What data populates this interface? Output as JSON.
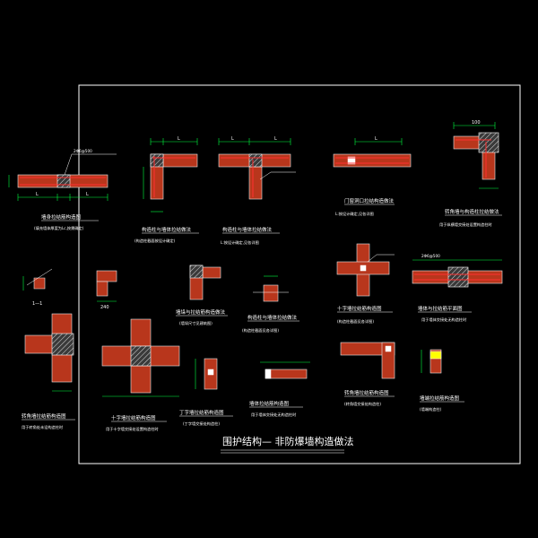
{
  "drawing": {
    "title": "围护结构— 非防爆墙构造做法",
    "dim_L": "L",
    "dim_100": "100",
    "dim_240": "240",
    "rebar_note": "2Φ6@500",
    "section_label": "1—1",
    "details": [
      {
        "caption": "墙身拉结筋构造图",
        "note": "(填充墙体厚度为Lc,按需确定)"
      },
      {
        "caption": "构造柱与墙体拉结做法",
        "note": "(构造柱截面按设计确定)"
      },
      {
        "caption": "构造柱与墙体拉结做法",
        "note": "L:按设计确定,见各详图"
      },
      {
        "caption": "门窗洞口拉结构造做法",
        "note": "L:按设计确定,见各详图"
      },
      {
        "caption": "转角墙与构造柱拉结做法",
        "note": "用于纵横墙交接处设置构造柱时"
      },
      {
        "caption": "墙垛与拉结筋构造做法",
        "note": "(墙垛尺寸见建筑图)"
      },
      {
        "caption": "构造柱与墙体拉结做法",
        "note": "(构造柱截面见各详图)"
      },
      {
        "caption": "十字墙拉结筋构造图",
        "note": "(构造柱截面见各详图)"
      },
      {
        "caption": "墙体与拉结筋平面图",
        "note": "用于墙体交接处无构造柱时"
      },
      {
        "caption": "转角墙拉结筋构造图",
        "note": "用于转角处未设构造柱时"
      },
      {
        "caption": "十字墙拉结筋构造图",
        "note": "用于十字墙交接处设置构造柱时"
      },
      {
        "caption": "丁字墙拉结筋构造图",
        "note": "(丁字墙交接处构造柱)"
      },
      {
        "caption": "墙体拉结筋构造图",
        "note": "用于墙体交接处无构造柱时"
      },
      {
        "caption": "转角墙拉结筋构造图",
        "note": "(转角墙交接处构造柱)"
      },
      {
        "caption": "墙端拉结筋构造图",
        "note": "(墙端构造柱)"
      }
    ]
  }
}
